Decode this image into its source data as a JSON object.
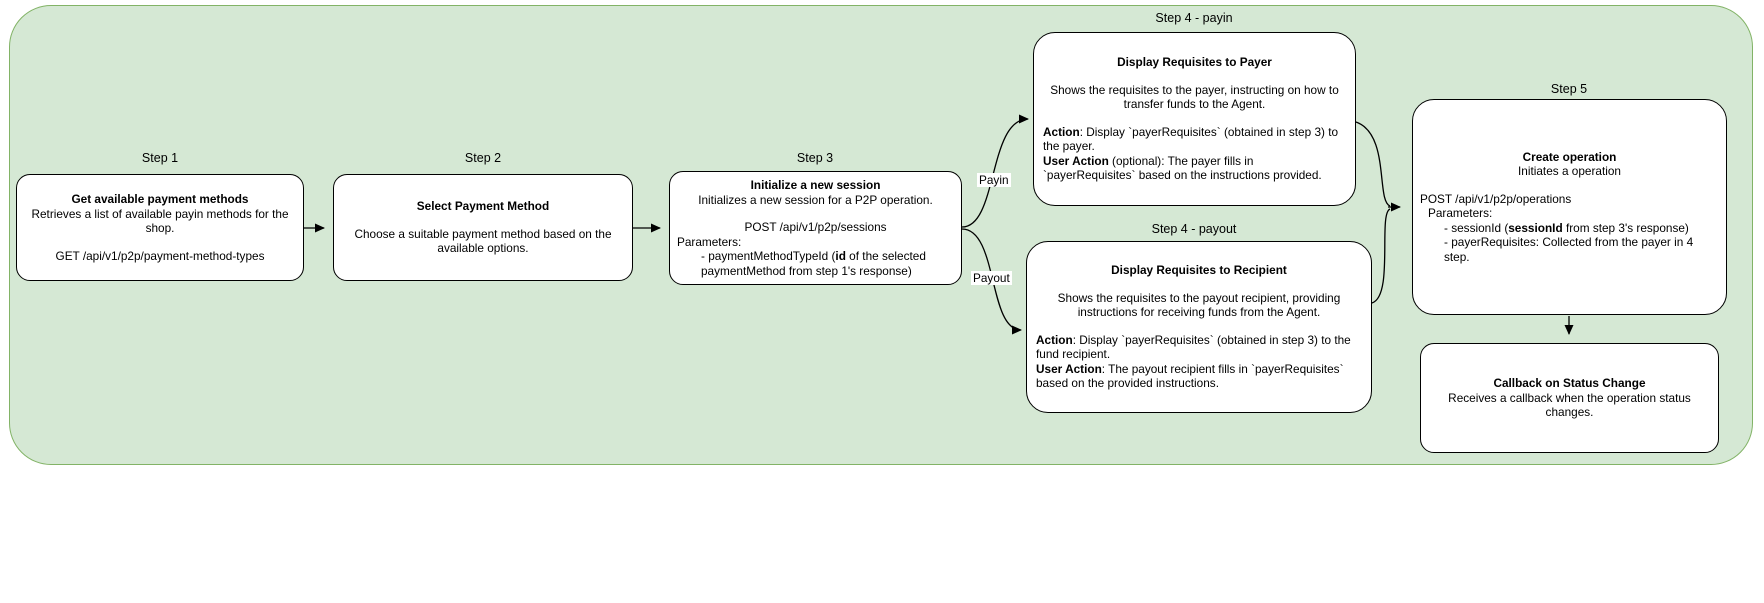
{
  "diagram": {
    "colors": {
      "container_fill": "#d5e8d4",
      "container_stroke": "#82b366",
      "node_fill": "#ffffff",
      "node_stroke": "#000000",
      "arrow": "#000000"
    },
    "step_labels": {
      "step1": "Step 1",
      "step2": "Step 2",
      "step3": "Step 3",
      "step4_payin": "Step 4 - payin",
      "step4_payout": "Step 4 - payout",
      "step5": "Step 5"
    },
    "edge_labels": {
      "payin": "Payin",
      "payout": "Payout"
    },
    "nodes": {
      "step1": {
        "title": "Get available payment methods",
        "desc": "Retrieves a list of available payin methods for the shop.",
        "endpoint": "GET /api/v1/p2p/payment-method-types"
      },
      "step2": {
        "title": "Select Payment Method",
        "desc": "Choose a suitable payment method based on the available options."
      },
      "step3": {
        "title": "Initialize a new session",
        "desc": "Initializes a new session for a P2P operation.",
        "endpoint": "POST /api/v1/p2p/sessions",
        "params_label": "Parameters:",
        "param1_pre": "- paymentMethodTypeId (",
        "param1_bold": "id",
        "param1_post": " of the selected paymentMethod from step 1's response)"
      },
      "payin": {
        "title": "Display Requisites to Payer",
        "desc": "Shows the requisites to the payer, instructing on how to transfer funds to the Agent.",
        "action_bold": "Action",
        "action_rest": ": Display `payerRequisites` (obtained in step 3) to the payer.",
        "user_action_bold": "User Action",
        "user_action_rest": " (optional): The payer fills in `payerRequisites` based on the instructions provided."
      },
      "payout": {
        "title": "Display Requisites to Recipient",
        "desc": "Shows the requisites to the payout recipient, providing instructions for receiving funds from the Agent.",
        "action_bold": "Action",
        "action_rest": ": Display `payerRequisites` (obtained in step 3) to the fund recipient.",
        "user_action_bold": "User Action",
        "user_action_rest": ": The payout recipient fills in `payerRequisites` based on the provided instructions."
      },
      "step5": {
        "title": "Create operation",
        "subtitle": "Initiates a operation",
        "endpoint": "POST /api/v1/p2p/operations",
        "params_label": "Parameters:",
        "param1_pre": "- sessionId (",
        "param1_bold": "sessionId",
        "param1_post": " from step 3's response)",
        "param2": "- payerRequisites: Collected from the payer in 4 step."
      },
      "callback": {
        "title": "Callback on Status Change",
        "desc": "Receives a callback when the operation status changes."
      }
    }
  }
}
